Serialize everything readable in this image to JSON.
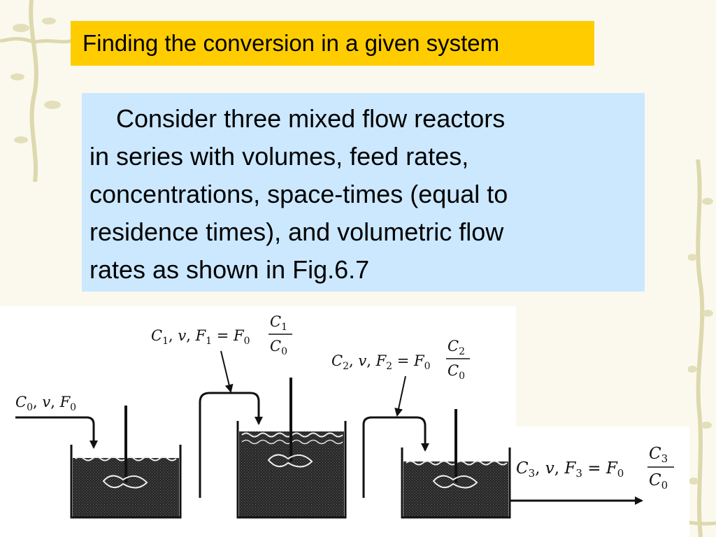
{
  "slide": {
    "title": "Finding the conversion in a given system",
    "body_lines": [
      "Consider three mixed flow reactors",
      "in series with volumes, feed rates,",
      "concentrations, space-times (equal to",
      "residence times), and volumetric flow",
      "rates as shown in Fig.6.7"
    ]
  },
  "figure": {
    "feed_label": {
      "c": "C",
      "c_sub": "0",
      "sep1": ", ",
      "v": "v",
      "sep2": ", ",
      "f": "F",
      "f_sub": "0"
    },
    "stream1": {
      "c": "C",
      "c_sub": "1",
      "sep1": ", ",
      "v": "v",
      "sep2": ", ",
      "f": "F",
      "f_sub": "1",
      "eq": " = ",
      "f0": "F",
      "f0_sub": "0",
      "frac_num": "C",
      "frac_num_sub": "1",
      "frac_den": "C",
      "frac_den_sub": "0"
    },
    "stream2": {
      "c": "C",
      "c_sub": "2",
      "sep1": ", ",
      "v": "v",
      "sep2": ", ",
      "f": "F",
      "f_sub": "2",
      "eq": " = ",
      "f0": "F",
      "f0_sub": "0",
      "frac_num": "C",
      "frac_num_sub": "2",
      "frac_den": "C",
      "frac_den_sub": "0"
    },
    "stream3": {
      "c": "C",
      "c_sub": "3",
      "sep1": ", ",
      "v": "v",
      "sep2": ", ",
      "f": "F",
      "f_sub": "3",
      "eq": " = ",
      "f0": "F",
      "f0_sub": "0",
      "frac_num": "C",
      "frac_num_sub": "3",
      "frac_den": "C",
      "frac_den_sub": "0"
    }
  },
  "colors": {
    "title_bg": "#ffcc00",
    "text_bg": "#cce8ff",
    "slide_bg": "#fbf9ee",
    "vine": "#d9d4a8",
    "ink": "#111111"
  }
}
